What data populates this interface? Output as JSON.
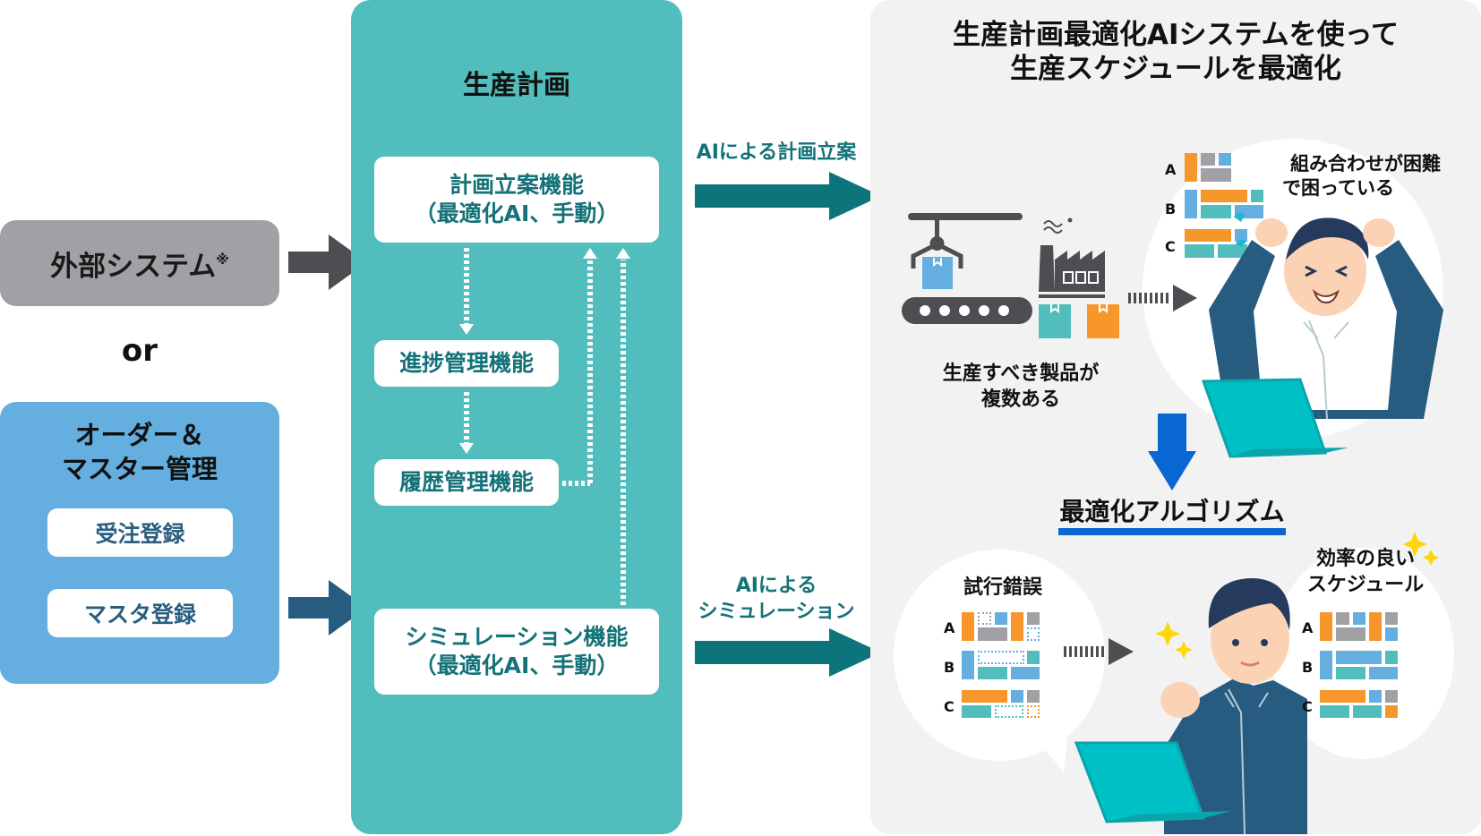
{
  "left": {
    "external_system": {
      "label": "外部システム",
      "note_mark": "※"
    },
    "or_label": "or",
    "order_master": {
      "title_line1": "オーダー＆",
      "title_line2": "マスター管理",
      "buttons": [
        {
          "label": "受注登録"
        },
        {
          "label": "マスタ登録"
        }
      ]
    }
  },
  "production_plan": {
    "title": "生産計画",
    "functions": {
      "planning": {
        "line1": "計画立案機能",
        "line2": "（最適化AI、手動）"
      },
      "progress": {
        "label": "進捗管理機能"
      },
      "history": {
        "label": "履歴管理機能"
      },
      "simulation": {
        "line1": "シミュレーション機能",
        "line2": "（最適化AI、手動）"
      }
    }
  },
  "arrows": {
    "ai_planning": "AIによる計画立案",
    "ai_simulation_line1": "AIによる",
    "ai_simulation_line2": "シミュレーション"
  },
  "right": {
    "title_line1": "生産計画最適化AIシステムを使って",
    "title_line2": "生産スケジュールを最適化",
    "products_caption_line1": "生産すべき製品が",
    "products_caption_line2": "複数ある",
    "trouble_caption_line1": "組み合わせが困難",
    "trouble_caption_line2": "で困っている",
    "algorithm_label": "最適化アルゴリズム",
    "trial_label": "試行錯誤",
    "efficient_line1": "効率の良い",
    "efficient_line2": "スケジュール",
    "schedule_rows": [
      "A",
      "B",
      "C"
    ]
  },
  "colors": {
    "teal_panel": "#52bdbd",
    "teal_dark": "#147279",
    "arrow_teal": "#0d747b",
    "order_blue": "#64aee0",
    "ext_gray": "#a1a1a5",
    "orange": "#f7962b",
    "sky": "#64aee0",
    "mint": "#52bdbd",
    "gray": "#a1a1a5",
    "algo_blue": "#0a66d1",
    "shirt": "#275c80"
  }
}
